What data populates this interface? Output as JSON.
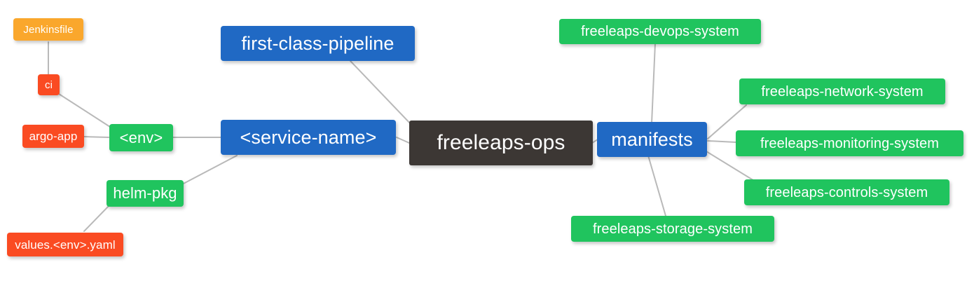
{
  "diagram": {
    "type": "mindmap",
    "title": "freeleaps-ops",
    "background": "#ffffff",
    "edge_color": "#b9b9b9",
    "palette": {
      "root": "#3c3734",
      "blue": "#2069c4",
      "green": "#20c45e",
      "red": "#fa4b22",
      "orange": "#faa72c",
      "text": "#ffffff"
    }
  },
  "nodes": {
    "root": {
      "label": "freeleaps-ops"
    },
    "service_name": {
      "label": "<service-name>"
    },
    "first_class_pipeline": {
      "label": "first-class-pipeline"
    },
    "env": {
      "label": "<env>"
    },
    "ci": {
      "label": "ci"
    },
    "jenkinsfile": {
      "label": "Jenkinsfile"
    },
    "argo_app": {
      "label": "argo-app"
    },
    "helm_pkg": {
      "label": "helm-pkg"
    },
    "values_yaml": {
      "label": "values.<env>.yaml"
    },
    "manifests": {
      "label": "manifests"
    },
    "devops_system": {
      "label": "freeleaps-devops-system"
    },
    "network_system": {
      "label": "freeleaps-network-system"
    },
    "monitoring_system": {
      "label": "freeleaps-monitoring-system"
    },
    "controls_system": {
      "label": "freeleaps-controls-system"
    },
    "storage_system": {
      "label": "freeleaps-storage-system"
    }
  },
  "edges": [
    {
      "from": "root",
      "to": "service_name"
    },
    {
      "from": "root",
      "to": "first_class_pipeline"
    },
    {
      "from": "service_name",
      "to": "env"
    },
    {
      "from": "service_name",
      "to": "helm_pkg"
    },
    {
      "from": "env",
      "to": "ci"
    },
    {
      "from": "env",
      "to": "argo_app"
    },
    {
      "from": "ci",
      "to": "jenkinsfile"
    },
    {
      "from": "helm_pkg",
      "to": "values_yaml"
    },
    {
      "from": "root",
      "to": "manifests"
    },
    {
      "from": "manifests",
      "to": "devops_system"
    },
    {
      "from": "manifests",
      "to": "network_system"
    },
    {
      "from": "manifests",
      "to": "monitoring_system"
    },
    {
      "from": "manifests",
      "to": "controls_system"
    },
    {
      "from": "manifests",
      "to": "storage_system"
    }
  ]
}
